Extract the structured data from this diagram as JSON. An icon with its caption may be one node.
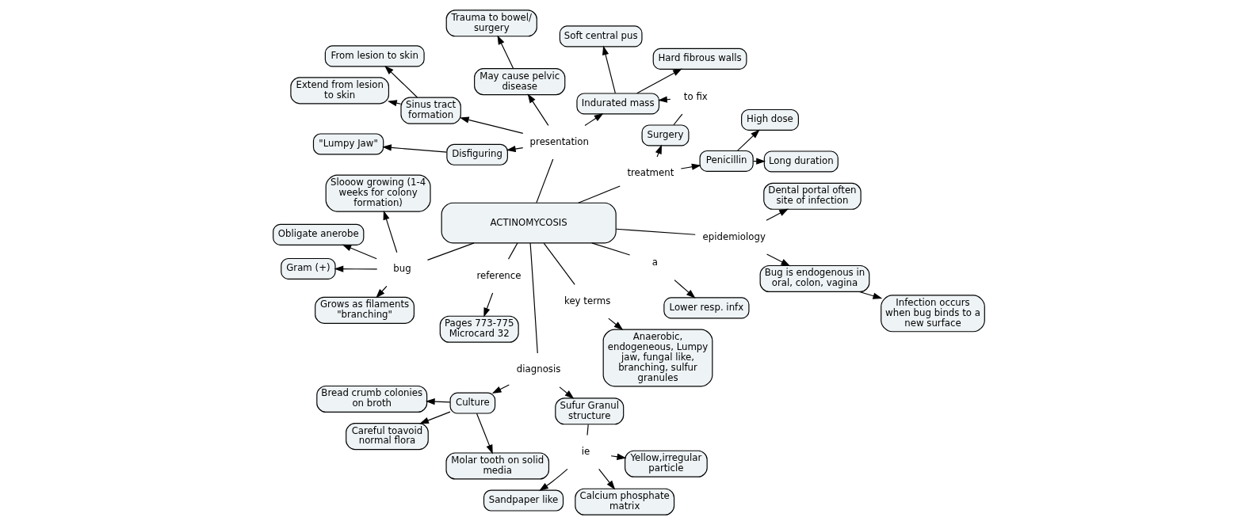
{
  "diagram": {
    "nodes": [
      {
        "text": [
          "ACTINOMYCOSIS"
        ]
      },
      {
        "text": [
          "diagnosis"
        ]
      },
      {
        "text": [
          "Culture"
        ]
      },
      {
        "text": [
          "Bread crumb colonies on broth"
        ]
      },
      {
        "text": [
          "Molar tooth on solid media"
        ]
      },
      {
        "text": [
          "Careful toavoid normal flora"
        ]
      },
      {
        "text": [
          "Sufur Granul structure"
        ]
      },
      {
        "text": [
          "ie"
        ]
      },
      {
        "text": [
          "Sandpaper like"
        ]
      },
      {
        "text": [
          "Yellow,irregular particle"
        ]
      },
      {
        "text": [
          "Calcium phosphate matrix"
        ]
      },
      {
        "text": [
          "treatment"
        ]
      },
      {
        "text": [
          "Penicillin"
        ]
      },
      {
        "text": [
          "Long duration"
        ]
      },
      {
        "text": [
          "High dose"
        ]
      },
      {
        "text": [
          "Surgery"
        ]
      },
      {
        "text": [
          "to fix"
        ]
      },
      {
        "text": [
          "presentation"
        ]
      },
      {
        "text": [
          "Disfiguring"
        ]
      },
      {
        "text": [
          "\"Lumpy Jaw\""
        ]
      },
      {
        "text": [
          "Sinus tract formation"
        ]
      },
      {
        "text": [
          "Extend from lesion to skin"
        ]
      },
      {
        "text": [
          "From lesion to skin"
        ]
      },
      {
        "text": [
          "Indurated mass"
        ]
      },
      {
        "text": [
          "Soft central pus"
        ]
      },
      {
        "text": [
          "Hard fibrous walls"
        ]
      },
      {
        "text": [
          "May cause pelvic disease"
        ]
      },
      {
        "text": [
          "Trauma to bowel/ surgery"
        ]
      },
      {
        "text": [
          "key terms"
        ]
      },
      {
        "text": [
          "Anaerobic, endogeneous, Lumpy jaw, fungal like, branching, sulfur granules"
        ]
      },
      {
        "text": [
          "a"
        ]
      },
      {
        "text": [
          "Lower resp. infx"
        ]
      },
      {
        "text": [
          "reference"
        ]
      },
      {
        "text": [
          "Pages 773-775 Microcard 32"
        ]
      },
      {
        "text": [
          "epidemiology"
        ]
      },
      {
        "text": [
          "Bug is endogenous in oral, colon, vagina"
        ]
      },
      {
        "text": [
          "Dental portal often site of infection"
        ]
      },
      {
        "text": [
          "Infection occurs when bug binds to a new surface"
        ]
      },
      {
        "text": [
          "bug"
        ]
      },
      {
        "text": [
          "Gram (+)"
        ]
      },
      {
        "text": [
          "Slooow growing (1-4 weeks for colony formation)"
        ]
      },
      {
        "text": [
          "Obligate anerobe"
        ]
      },
      {
        "text": [
          "Grows as filaments \"branching\""
        ]
      }
    ],
    "edges": [
      {
        "from": 0,
        "to": 1,
        "arrow": "none"
      },
      {
        "from": 1,
        "to": 2,
        "arrow": "to"
      },
      {
        "from": 1,
        "to": 6,
        "arrow": "to"
      },
      {
        "from": 2,
        "to": 3,
        "arrow": "to"
      },
      {
        "from": 2,
        "to": 4,
        "arrow": "to"
      },
      {
        "from": 2,
        "to": 5,
        "arrow": "to"
      },
      {
        "from": 6,
        "to": 7,
        "arrow": "none"
      },
      {
        "from": 7,
        "to": 8,
        "arrow": "to"
      },
      {
        "from": 7,
        "to": 9,
        "arrow": "to"
      },
      {
        "from": 7,
        "to": 10,
        "arrow": "to"
      },
      {
        "from": 0,
        "to": 11,
        "arrow": "none"
      },
      {
        "from": 11,
        "to": 12,
        "arrow": "to"
      },
      {
        "from": 11,
        "to": 15,
        "arrow": "to"
      },
      {
        "from": 12,
        "to": 13,
        "arrow": "to"
      },
      {
        "from": 12,
        "to": 14,
        "arrow": "to"
      },
      {
        "from": 15,
        "to": 16,
        "arrow": "none"
      },
      {
        "from": 16,
        "to": 23,
        "arrow": "to"
      },
      {
        "from": 0,
        "to": 17,
        "arrow": "none"
      },
      {
        "from": 17,
        "to": 18,
        "arrow": "to"
      },
      {
        "from": 18,
        "to": 19,
        "arrow": "to"
      },
      {
        "from": 17,
        "to": 20,
        "arrow": "to"
      },
      {
        "from": 20,
        "to": 21,
        "arrow": "to"
      },
      {
        "from": 20,
        "to": 22,
        "arrow": "to"
      },
      {
        "from": 17,
        "to": 23,
        "arrow": "to"
      },
      {
        "from": 17,
        "to": 26,
        "arrow": "to"
      },
      {
        "from": 23,
        "to": 24,
        "arrow": "to"
      },
      {
        "from": 23,
        "to": 25,
        "arrow": "to"
      },
      {
        "from": 26,
        "to": 27,
        "arrow": "to"
      },
      {
        "from": 0,
        "to": 28,
        "arrow": "none"
      },
      {
        "from": 28,
        "to": 29,
        "arrow": "to"
      },
      {
        "from": 0,
        "to": 30,
        "arrow": "none"
      },
      {
        "from": 30,
        "to": 31,
        "arrow": "to"
      },
      {
        "from": 0,
        "to": 32,
        "arrow": "none"
      },
      {
        "from": 32,
        "to": 33,
        "arrow": "to"
      },
      {
        "from": 0,
        "to": 34,
        "arrow": "none"
      },
      {
        "from": 34,
        "to": 35,
        "arrow": "to"
      },
      {
        "from": 34,
        "to": 36,
        "arrow": "to"
      },
      {
        "from": 35,
        "to": 37,
        "arrow": "to"
      },
      {
        "from": 0,
        "to": 38,
        "arrow": "none"
      },
      {
        "from": 38,
        "to": 39,
        "arrow": "to"
      },
      {
        "from": 38,
        "to": 40,
        "arrow": "to"
      },
      {
        "from": 38,
        "to": 41,
        "arrow": "to"
      },
      {
        "from": 38,
        "to": 42,
        "arrow": "to"
      }
    ]
  }
}
